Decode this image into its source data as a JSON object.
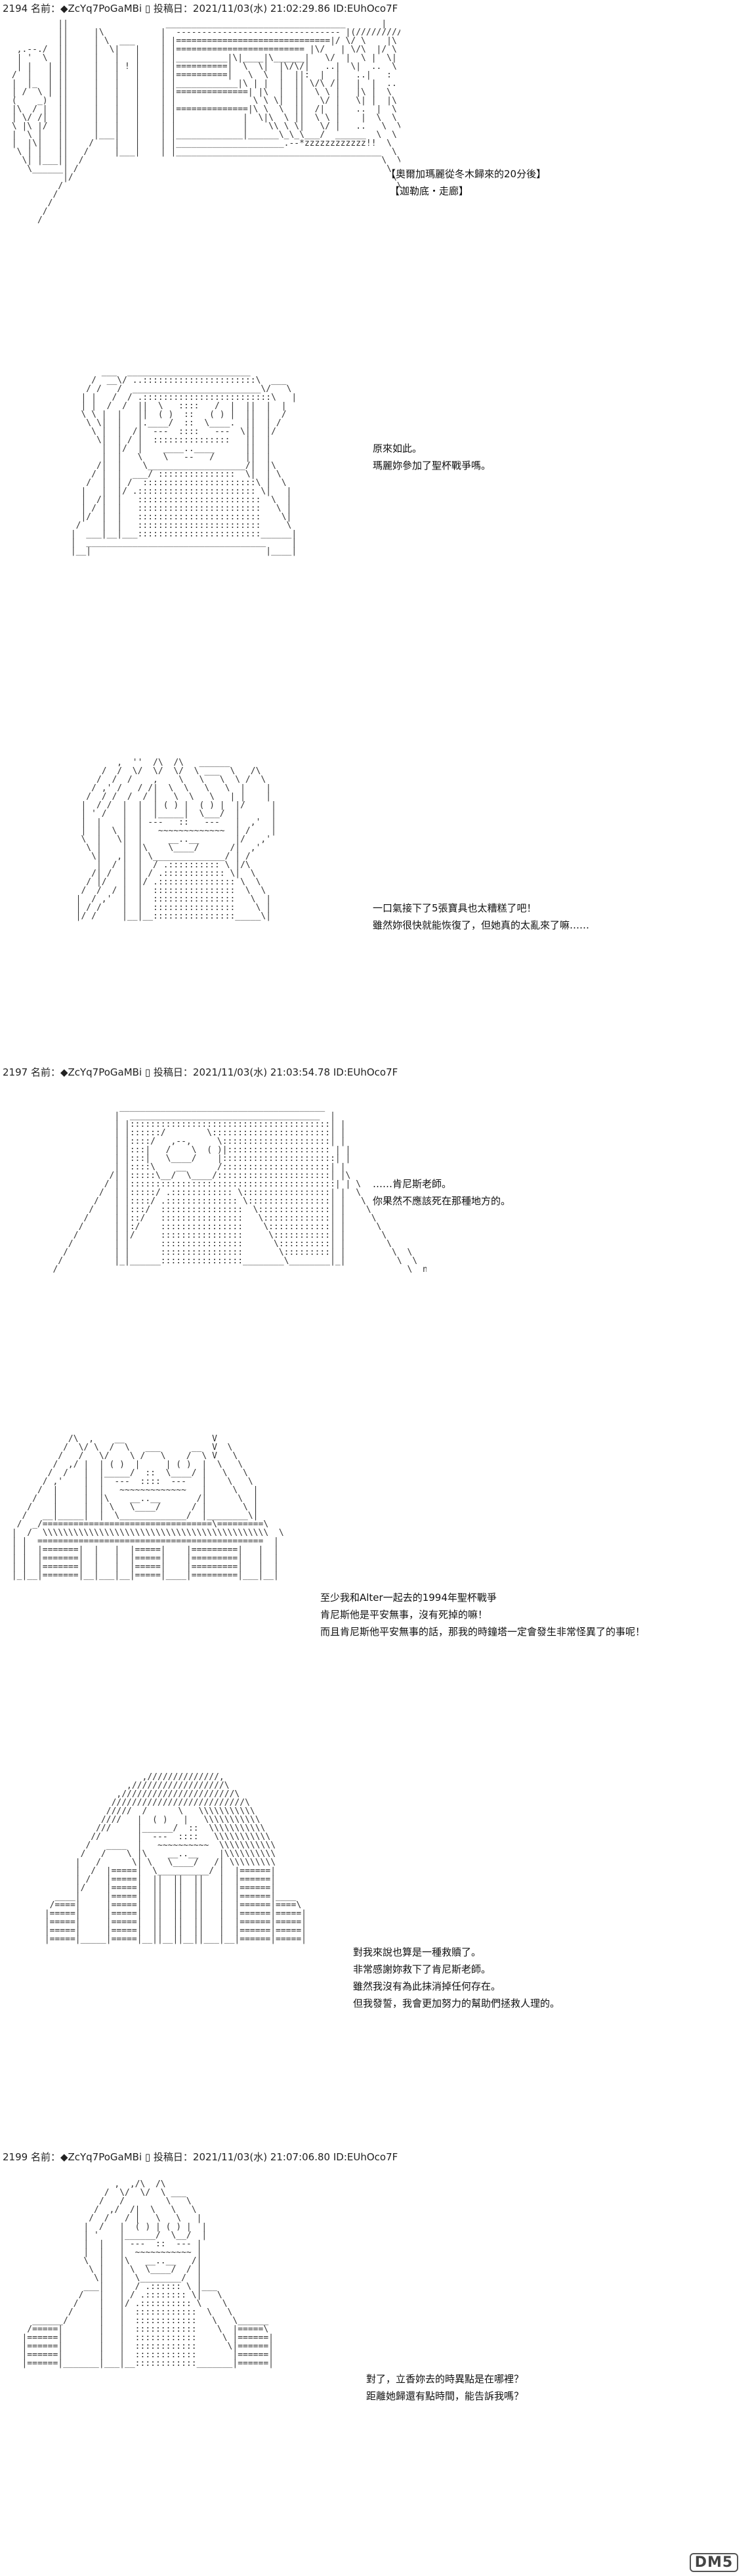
{
  "posts": [
    {
      "header": "2194 名前：◆ZcYq7PoGaMBi ▯ 投稿日：2021/11/03(水) 21:02:29.86 ID:EUhOco7F"
    },
    {
      "header": "2197 名前：◆ZcYq7PoGaMBi ▯ 投稿日：2021/11/03(水) 21:03:54.78 ID:EUhOco7F"
    },
    {
      "header": "2199 名前：◆ZcYq7PoGaMBi ▯ 投稿日：2021/11/03(水) 21:07:06.80 ID:EUhOco7F"
    }
  ],
  "captions": {
    "p1": [
      "【奧爾加瑪麗從冬木歸來的20分後】",
      "【迦勒底・走廊】"
    ],
    "p2": [
      "原來如此。",
      "瑪麗妳參加了聖杯戰爭嗎。"
    ],
    "p3": [
      "一口氣接下了5張寶具也太糟糕了吧！",
      "雖然妳很快就能恢復了，但她真的太亂來了嘛……"
    ],
    "p4": [
      "……肯尼斯老師。",
      "你果然不應該死在那種地方的。"
    ],
    "p5": [
      "至少我和Alter一起去的1994年聖杯戰爭",
      "肯尼斯他是平安無事，沒有死掉的嘛！",
      "而且肯尼斯他平安無事的話，那我的時鐘塔一定會發生非常怪異了的事呢！"
    ],
    "p6": [
      "對我來說也算是一種救贖了。",
      "非常感謝妳救下了肯尼斯老師。",
      "雖然我沒有為此抹消掉任何存在。",
      "但我發誓，我會更加努力的幫助們拯救人理的。"
    ],
    "p7": [
      "對了，立香妳去的時異點是在哪裡？",
      "距離她歸還有點時間，能告訴我嗎？"
    ]
  },
  "watermark": "DM5"
}
